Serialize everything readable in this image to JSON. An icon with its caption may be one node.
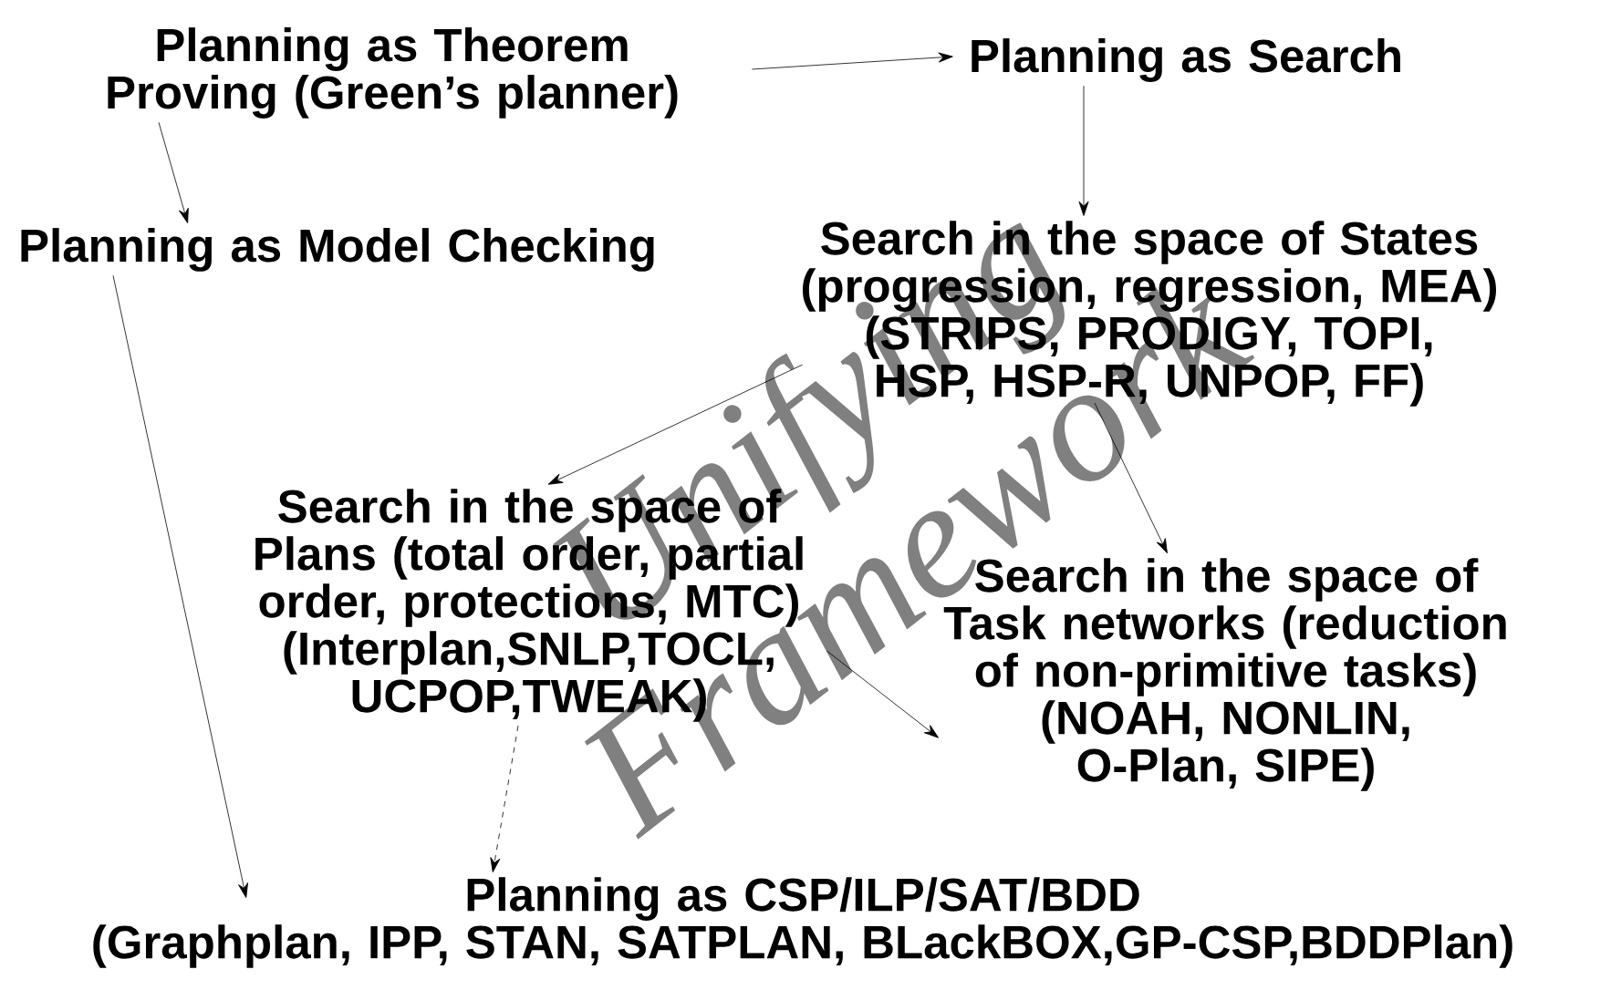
{
  "diagram": {
    "nodes": [
      {
        "text": [
          "Planning as Theorem Proving (Green’s planner)"
        ]
      },
      {
        "text": [
          "Planning as Search"
        ]
      },
      {
        "text": [
          "Planning as Model Checking"
        ]
      },
      {
        "text": [
          "Search in the space of States (progression, regression, MEA)",
          "(STRIPS, PRODIGY, TOPI, HSP, HSP-R, UNPOP, FF)"
        ]
      },
      {
        "text": [
          "Search in the space of Plans (total order, partial order, protections, MTC)",
          "(Interplan,SNLP,TOCL, UCPOP,TWEAK)"
        ]
      },
      {
        "text": [
          "Search in the space of Task networks (reduction of non-primitive tasks)",
          "(NOAH, NONLIN, O-Plan, SIPE)"
        ]
      },
      {
        "text": [
          "Planning as CSP/ILP/SAT/BDD",
          "(Graphplan, IPP, STAN, SATPLAN, BLackBOX,GP-CSP,BDDPlan)"
        ]
      }
    ],
    "edges": [
      {
        "from": 0,
        "to": 1,
        "arrow": "to"
      },
      {
        "from": 0,
        "to": 2,
        "arrow": "to"
      },
      {
        "from": 1,
        "to": 3,
        "arrow": "to"
      },
      {
        "from": 3,
        "to": 4,
        "arrow": "to"
      },
      {
        "from": 3,
        "to": 5,
        "arrow": "to"
      },
      {
        "from": 4,
        "to": 5,
        "arrow": "to"
      },
      {
        "from": 4,
        "to": 6,
        "arrow": "to",
        "style": "dashed"
      },
      {
        "from": 2,
        "to": 6,
        "arrow": "to"
      }
    ],
    "labels": [
      "Unifying Framework"
    ]
  }
}
